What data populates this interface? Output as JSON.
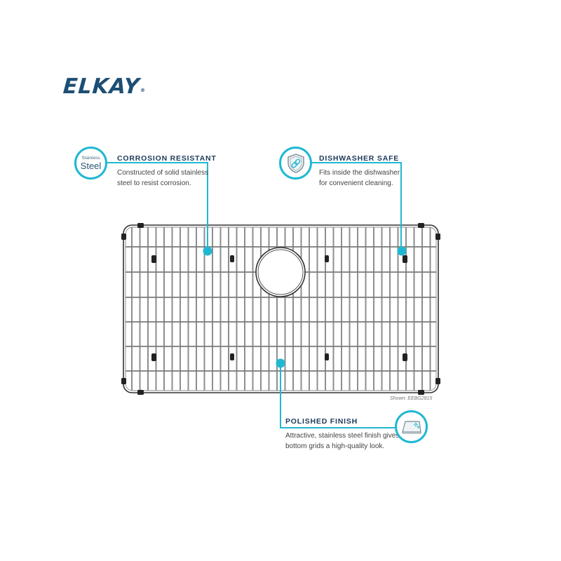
{
  "brand": {
    "name": "ELKAY",
    "registered_mark": "®",
    "color": "#1d4e74"
  },
  "accent_color": "#1fb8d2",
  "features": [
    {
      "id": "corrosion-resistant",
      "title": "CORROSION RESISTANT",
      "description_lines": [
        "Constructed of solid stainless",
        "steel to resist corrosion."
      ],
      "icon": "stainless-steel-badge",
      "badge_text_small": "Stainless",
      "badge_text_large": "Steel"
    },
    {
      "id": "dishwasher-safe",
      "title": "DISHWASHER SAFE",
      "description_lines": [
        "Fits inside the dishwasher",
        "for convenient cleaning."
      ],
      "icon": "shield-icon"
    },
    {
      "id": "polished-finish",
      "title": "POLISHED FINISH",
      "description_lines": [
        "Attractive, stainless steel finish gives",
        "bottom grids a high-quality look."
      ],
      "icon": "sparkle-surface-icon"
    }
  ],
  "product": {
    "image": "sink-bottom-grid-illustration",
    "caption": "Shown: EEBG2815"
  }
}
